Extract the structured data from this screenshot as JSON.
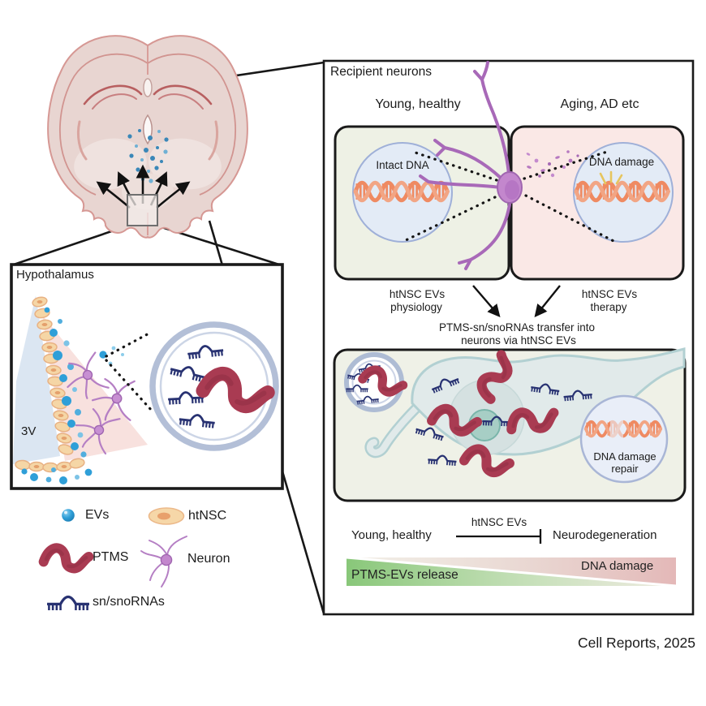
{
  "figure": {
    "hypothalamus_panel": {
      "title": "Hypothalamus",
      "ventricle_label": "3V"
    },
    "legend": [
      {
        "icon": "ev-icon",
        "label": "EVs"
      },
      {
        "icon": "htnsc-icon",
        "label": "htNSC"
      },
      {
        "icon": "ptms-icon",
        "label": "PTMS"
      },
      {
        "icon": "neuron-icon",
        "label": "Neuron"
      },
      {
        "icon": "sn-snorna-icon",
        "label": "sn/snoRNAs"
      }
    ],
    "recipient_panel": {
      "title": "Recipient neurons",
      "young_header": "Young, healthy",
      "aging_header": "Aging, AD etc",
      "intact_label": "Intact DNA",
      "damage_label": "DNA damage",
      "physiology_line1": "htNSC EVs",
      "physiology_line2": "physiology",
      "therapy_line1": "htNSC EVs",
      "therapy_line2": "therapy",
      "transfer_line1": "PTMS-sn/snoRNAs transfer into",
      "transfer_line2": "neurons via htNSC EVs",
      "repair_line1": "DNA damage",
      "repair_line2": "repair",
      "summary_left": "Young, healthy",
      "summary_arrow_label": "htNSC EVs",
      "summary_right": "Neurodegeneration",
      "green_wedge_label": "PTMS-EVs release",
      "pink_wedge_label": "DNA damage"
    },
    "credit": "Cell Reports, 2025",
    "colors": {
      "ev_blue": "#2f9fd8",
      "ptms_red": "#a93b52",
      "snorna_navy": "#283272",
      "neuron_purple": "#b57fc4",
      "htnsc_tan": "#f6d7a8",
      "dna_orange": "#ef8a62",
      "green_wedge": "#7dbf6e",
      "pink_wedge": "#e3b8b8"
    }
  }
}
